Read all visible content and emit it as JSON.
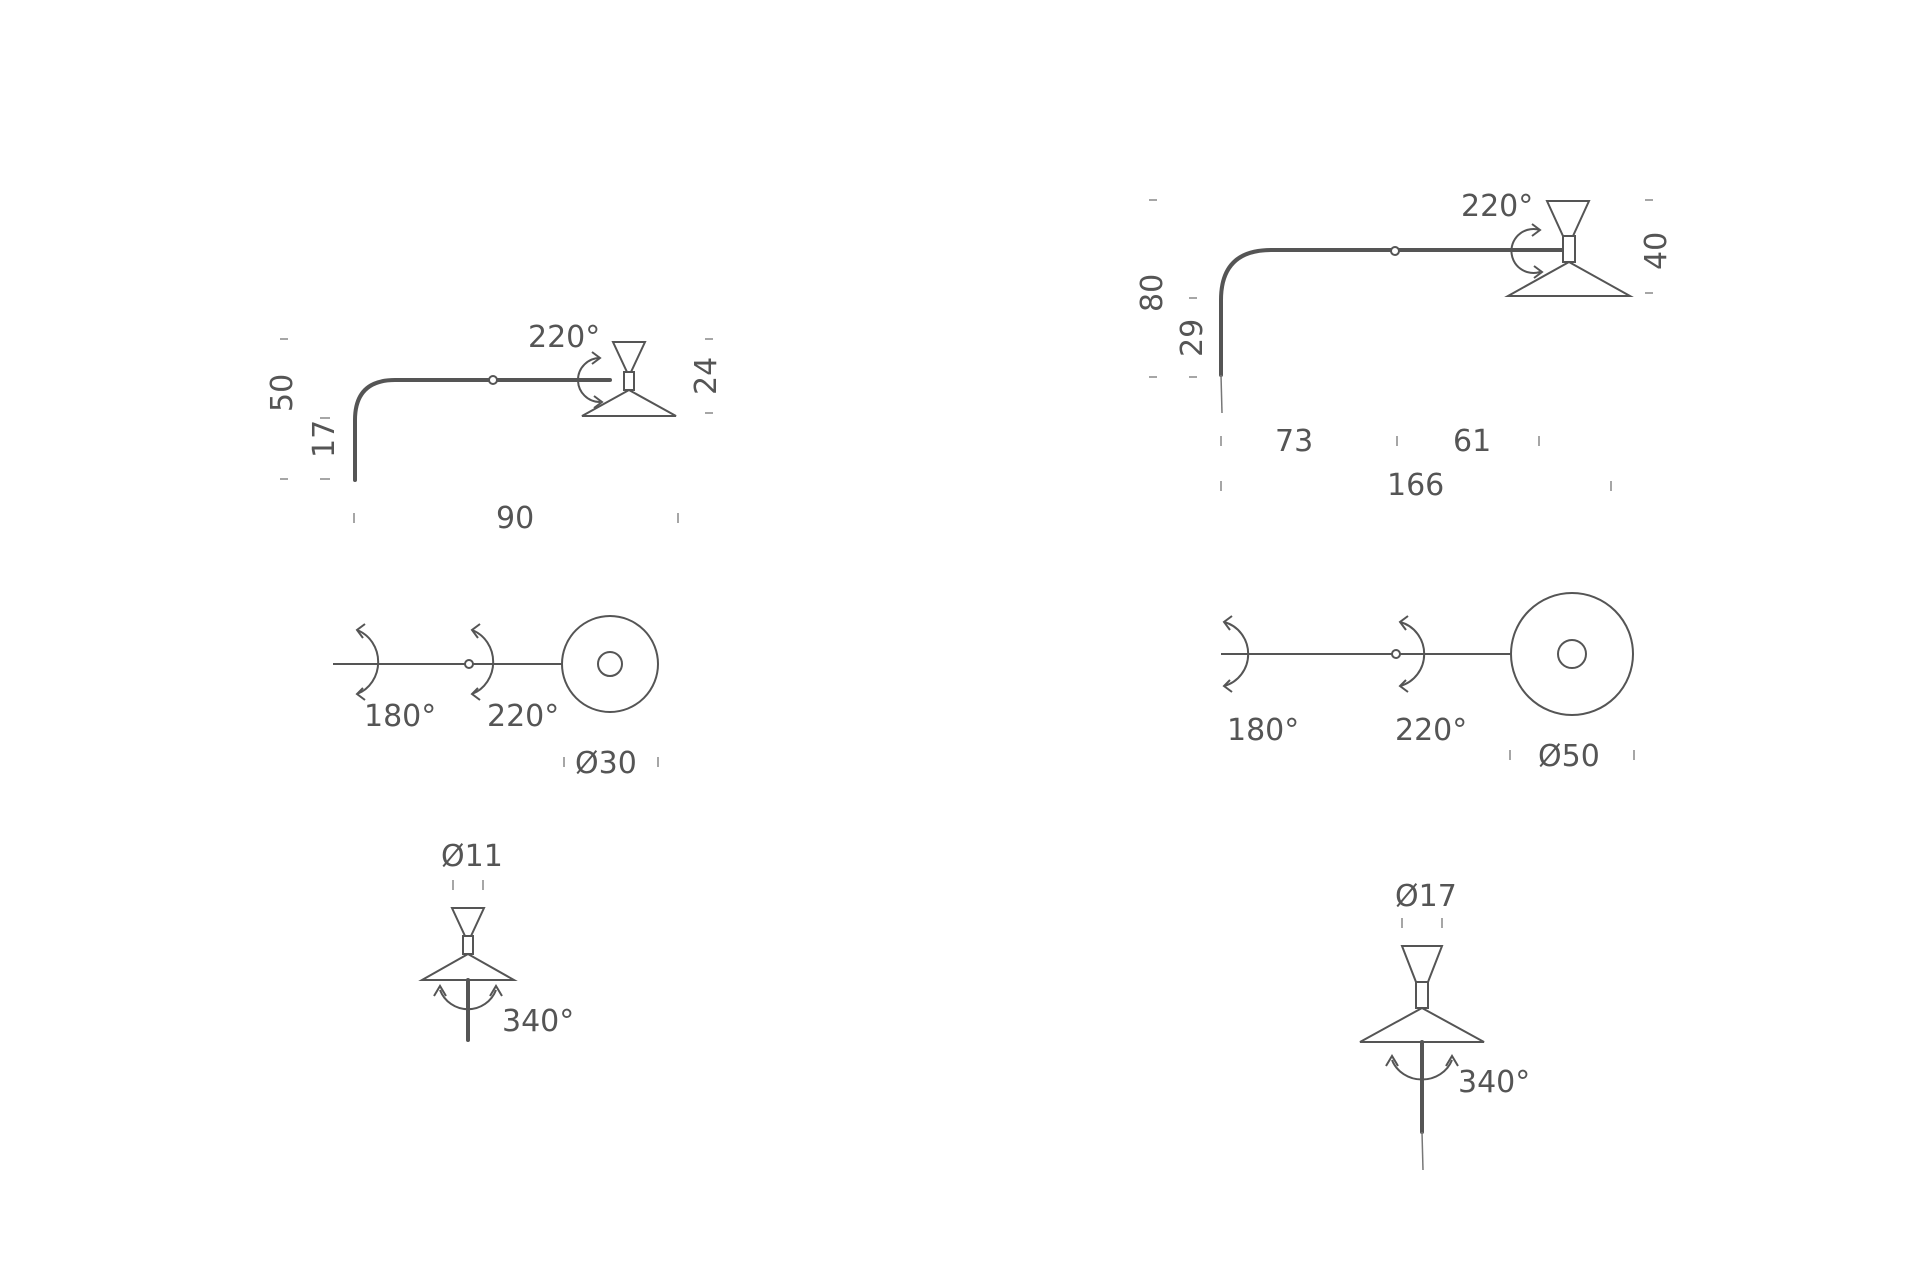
{
  "small": {
    "height": "50",
    "arm_height": "17",
    "shade_height": "24",
    "width": "90",
    "joint_rotation": "220°",
    "base_rotation": "180°",
    "arm_rotation": "220°",
    "shade_diameter": "Ø30",
    "cone_diameter": "Ø11",
    "shade_swivel": "340°"
  },
  "large": {
    "height": "80",
    "arm_height": "29",
    "shade_height": "40",
    "segment_a": "73",
    "segment_b": "61",
    "width": "166",
    "joint_rotation": "220°",
    "base_rotation": "180°",
    "arm_rotation": "220°",
    "shade_diameter": "Ø50",
    "cone_diameter": "Ø17",
    "shade_swivel": "340°"
  }
}
